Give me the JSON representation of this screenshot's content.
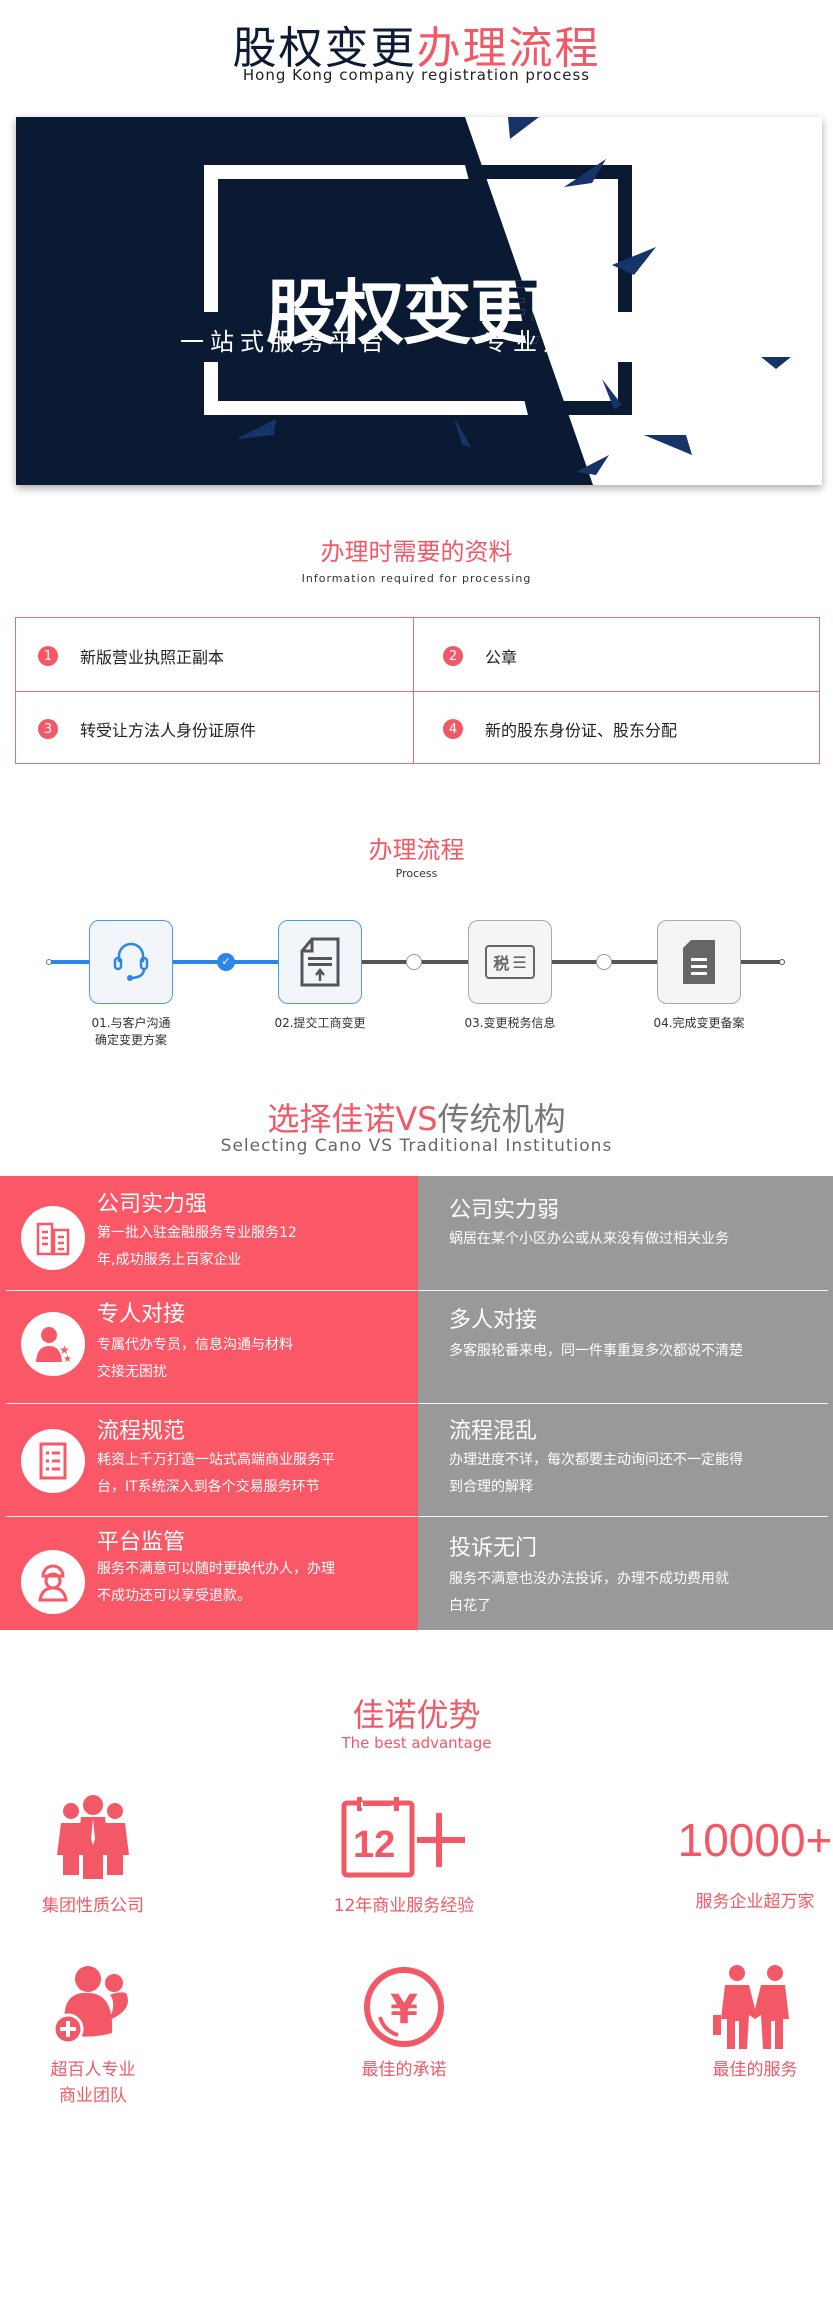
{
  "header": {
    "title_dark": "股权变更",
    "title_red": "办理流程",
    "subtitle": "Hong Kong company registration process"
  },
  "banner": {
    "headline": "股权变更",
    "tagline_left": "一站式服务平台",
    "tagline_right": "专业办理服务"
  },
  "materials": {
    "title": "办理时需要的资料",
    "subtitle": "Information required for processing",
    "items": [
      {
        "num": "1",
        "text": "新版营业执照正副本"
      },
      {
        "num": "2",
        "text": "公章"
      },
      {
        "num": "3",
        "text": "转受让方法人身份证原件"
      },
      {
        "num": "4",
        "text": "新的股东身份证、股东分配"
      }
    ]
  },
  "process": {
    "title": "办理流程",
    "subtitle": "Process",
    "steps": [
      {
        "line1": "01.与客户沟通",
        "line2": "确定变更方案",
        "icon": "headset-icon",
        "done": true
      },
      {
        "line1": "02.提交工商变更",
        "line2": "",
        "icon": "document-upload-icon",
        "done": true
      },
      {
        "line1": "03.变更税务信息",
        "line2": "",
        "icon": "tax-icon",
        "done": false
      },
      {
        "line1": "04.完成变更备案",
        "line2": "",
        "icon": "file-icon",
        "done": false
      }
    ],
    "tax_icon_text": "税"
  },
  "compare": {
    "title_red": "选择佳诺VS",
    "title_gray": "传统机构",
    "subtitle": "Selecting Cano VS Traditional Institutions",
    "rows": [
      {
        "left_title": "公司实力强",
        "left_l1": "第一批入驻金融服务专业服务12",
        "left_l2": "年,成功服务上百家企业",
        "right_title": "公司实力弱",
        "right_l1": "蜗居在某个小区办公或从来没有做过相关业务",
        "right_l2": ""
      },
      {
        "left_title": "专人对接",
        "left_l1": "专属代办专员，信息沟通与材料",
        "left_l2": "交接无困扰",
        "right_title": "多人对接",
        "right_l1": "多客服轮番来电，同一件事重复多次都说不清楚",
        "right_l2": ""
      },
      {
        "left_title": "流程规范",
        "left_l1": "耗资上千万打造一站式高端商业服务平",
        "left_l2": "台，IT系统深入到各个交易服务环节",
        "right_title": "流程混乱",
        "right_l1": "办理进度不详，每次都要主动询问还不一定能得",
        "right_l2": "到合理的解释"
      },
      {
        "left_title": "平台监管",
        "left_l1": "服务不满意可以随时更换代办人，办理",
        "left_l2": "不成功还可以享受退款。",
        "right_title": "投诉无门",
        "right_l1": "服务不满意也没办法投诉，办理不成功费用就",
        "right_l2": "白花了"
      }
    ],
    "colors": {
      "left": "#fb5867",
      "right": "#999999"
    }
  },
  "advantage": {
    "title": "佳诺优势",
    "subtitle": "The best advantage",
    "items": [
      {
        "label": "集团性质公司",
        "label2": "",
        "icon": "group-people-icon"
      },
      {
        "label": "12年商业服务经验",
        "label2": "",
        "icon": "calendar-12-plus-icon",
        "big": "12"
      },
      {
        "label": "服务企业超万家",
        "label2": "",
        "icon": "count-text",
        "big": "10000+"
      },
      {
        "label": "超百人专业",
        "label2": "商业团队",
        "icon": "add-team-icon"
      },
      {
        "label": "最佳的承诺",
        "label2": "",
        "icon": "yen-coin-icon"
      },
      {
        "label": "最佳的服务",
        "label2": "",
        "icon": "handshake-people-icon"
      }
    ]
  },
  "accent": "#f25866",
  "navy": "#0b1a33"
}
